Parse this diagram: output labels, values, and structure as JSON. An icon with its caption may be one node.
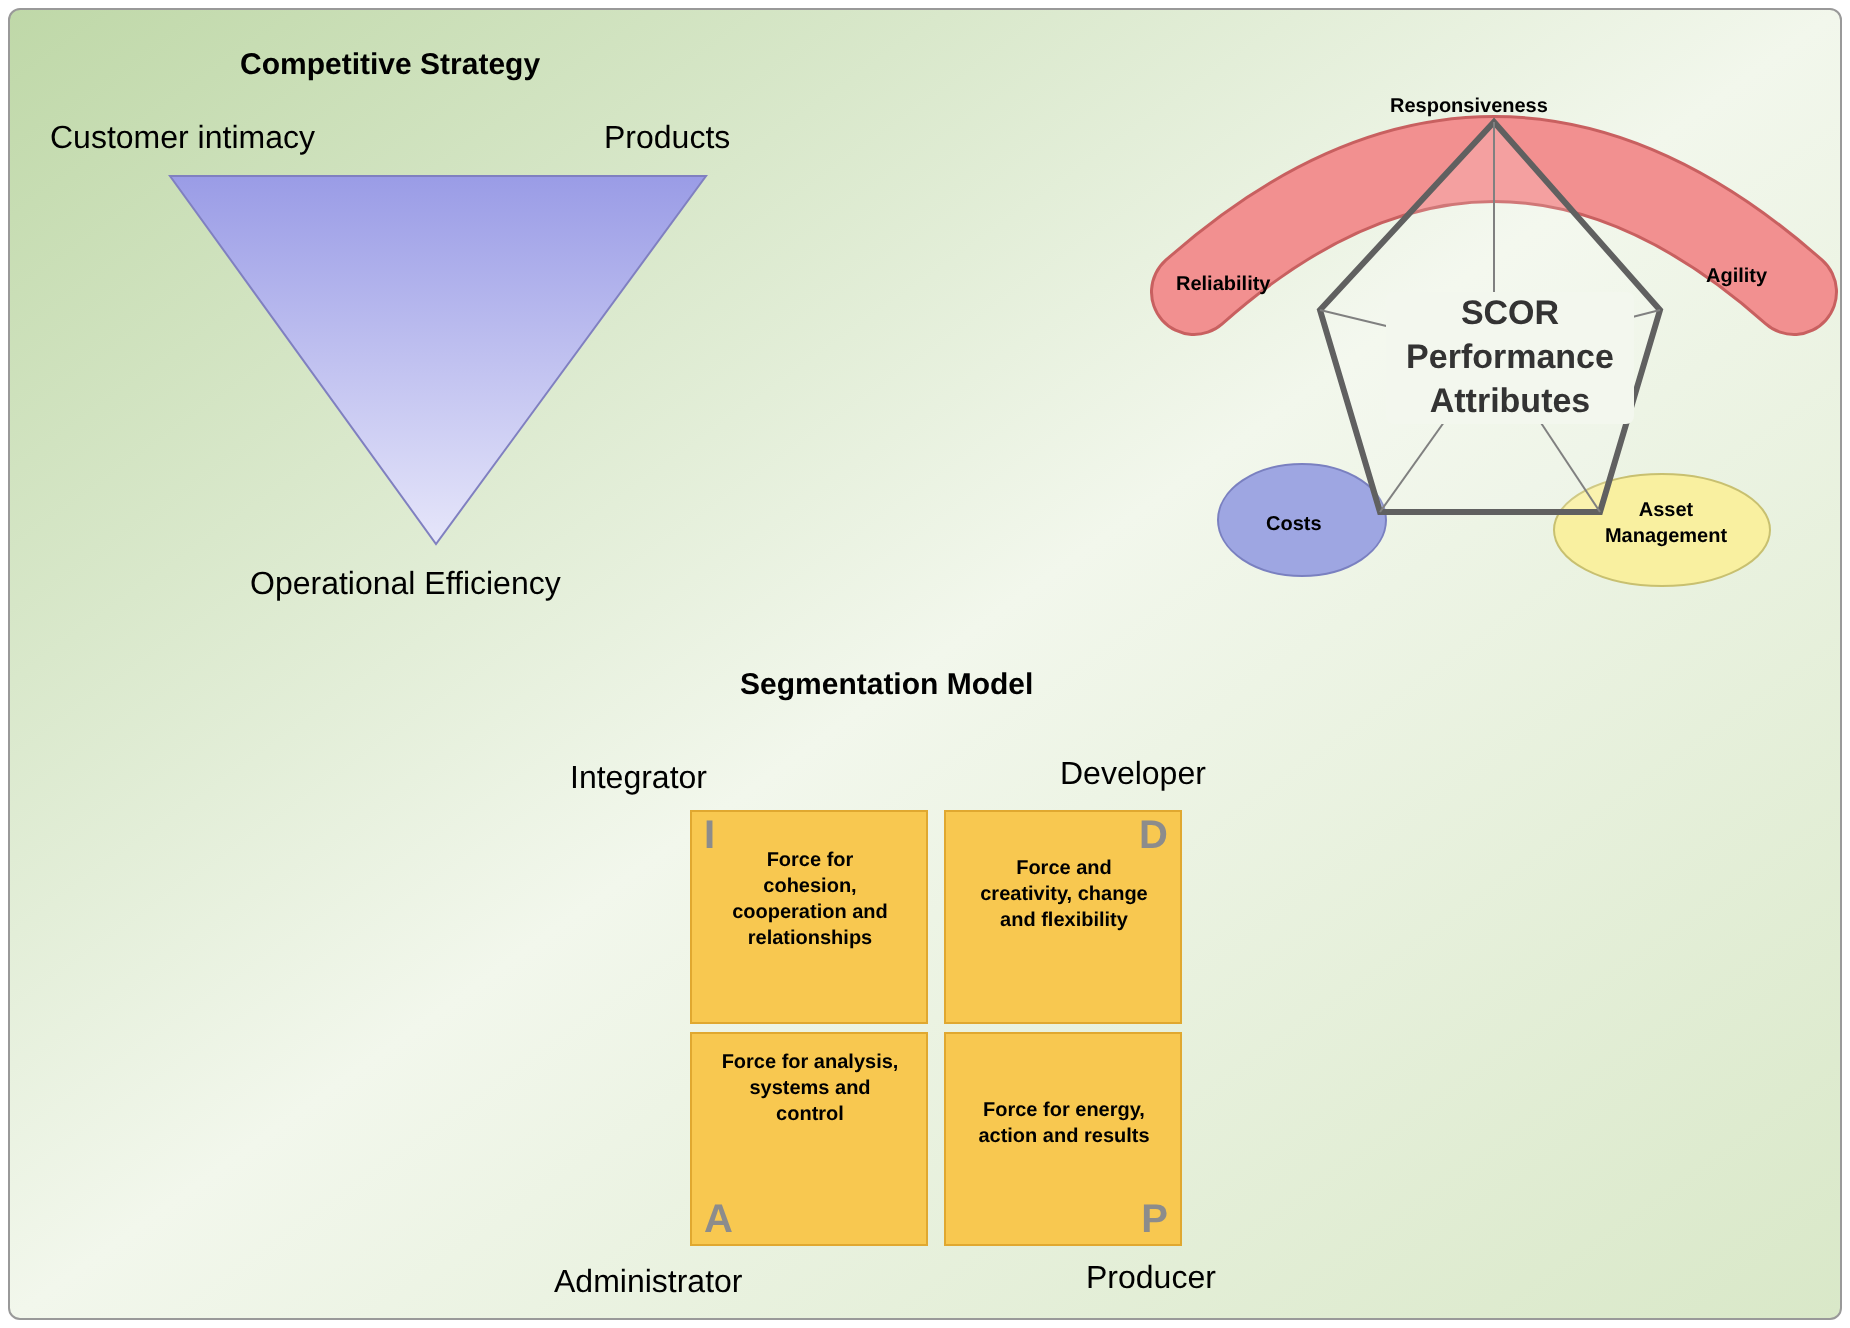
{
  "diagram": {
    "nodes": [
      {
        "text": [
          "Responsiveness",
          "Reliability",
          "Agility"
        ]
      },
      {
        "text": [
          "Costs"
        ]
      },
      {
        "text": [
          "Asset Management"
        ]
      },
      {
        "text": [
          "SCOR Performance Attributes"
        ]
      },
      {
        "text": [
          "I",
          "Force for cohesion, cooperation and relationships"
        ],
        "beside": [
          "Integrator"
        ]
      },
      {
        "text": [
          "D",
          "Force and creativity, change and flexibility"
        ],
        "beside": [
          "Developer"
        ]
      },
      {
        "text": [
          "Force for analysis, systems and control",
          "A"
        ],
        "beside": [
          "Administrator"
        ]
      },
      {
        "text": [
          "Force for energy, action and results",
          "P"
        ],
        "beside": [
          "Producer"
        ]
      }
    ],
    "edges": [],
    "labels": [
      "Competitive Strategy",
      "Customer intimacy",
      "Products",
      "Operational Efficiency",
      "Segmentation Model"
    ]
  }
}
